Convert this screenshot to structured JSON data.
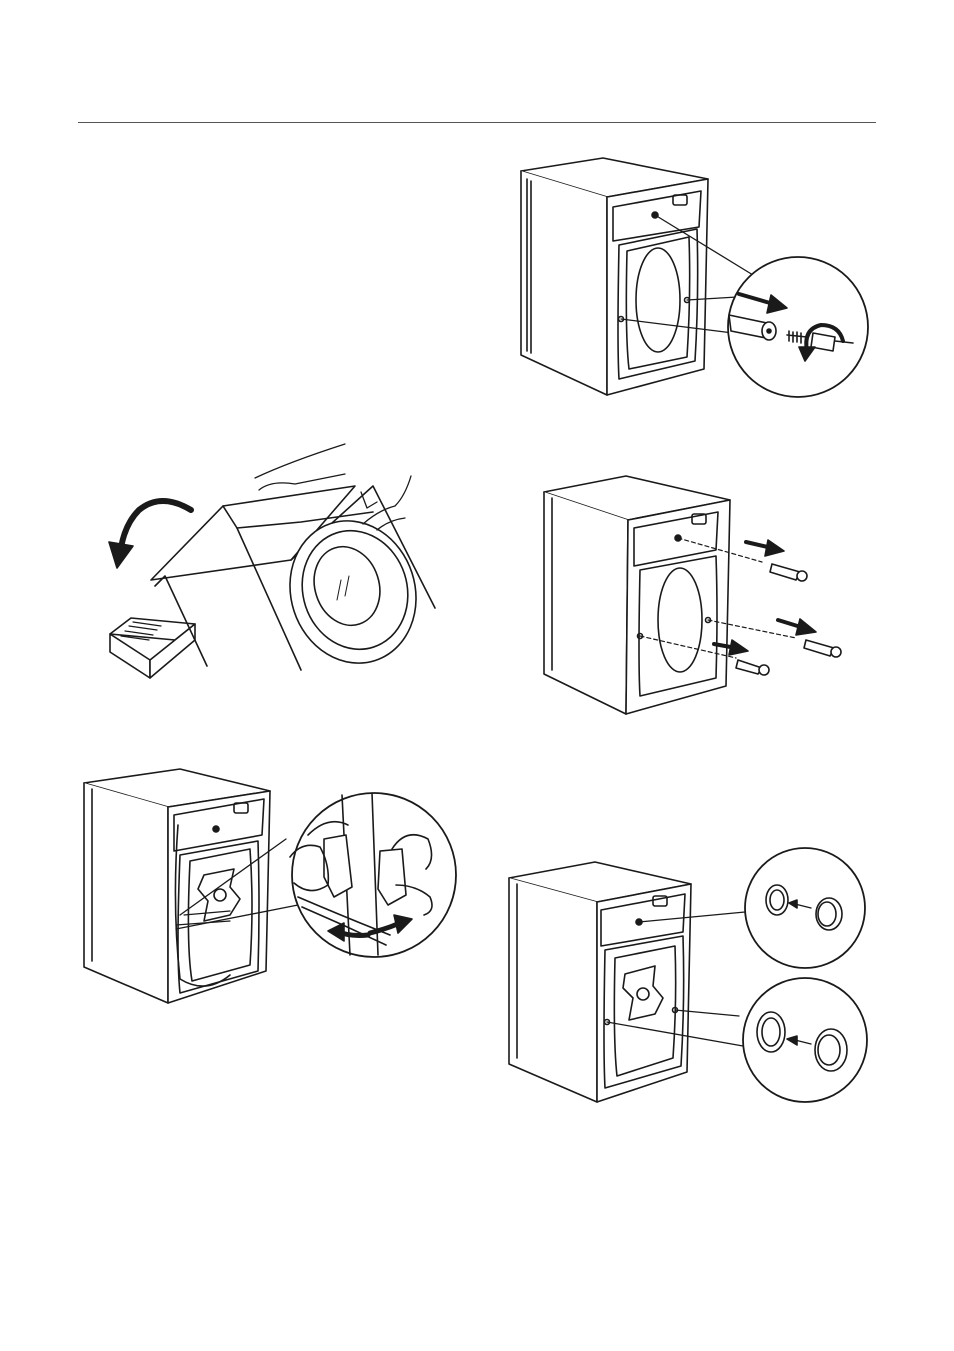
{
  "page": {
    "figures": [
      {
        "id": "fig-remove-rear-bolts",
        "content": "illustration"
      },
      {
        "id": "fig-tilt-machine",
        "content": "illustration"
      },
      {
        "id": "fig-extract-transit-bolts",
        "content": "illustration"
      },
      {
        "id": "fig-release-hose-clips",
        "content": "illustration"
      },
      {
        "id": "fig-insert-plastic-caps",
        "content": "illustration"
      }
    ]
  },
  "colors": {
    "ink": "#1a1a1a",
    "paper": "#ffffff",
    "rule": "#555555"
  }
}
